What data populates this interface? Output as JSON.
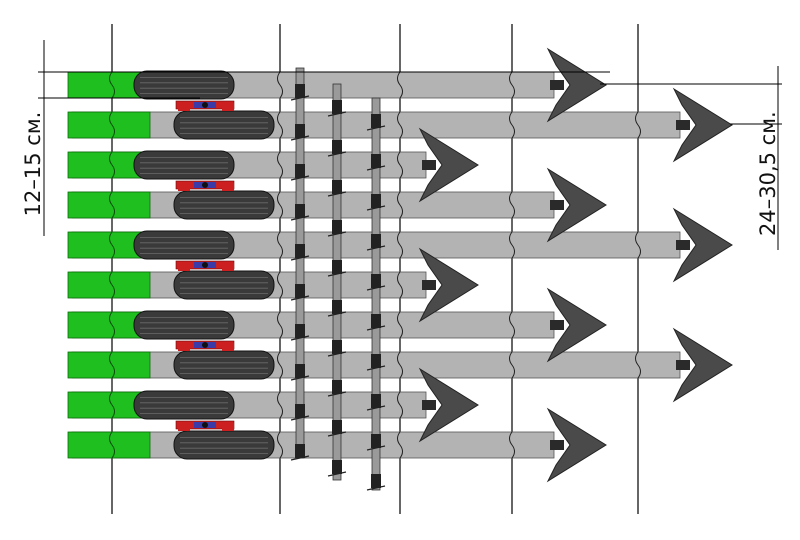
{
  "dimensions": {
    "row_spacing": "12–15 см.",
    "sweep_spacing": "24–30,5 см."
  },
  "colors": {
    "frame_green": "#1fbf1f",
    "beam_gray": "#b3b3b3",
    "tire_dark": "#3a3a3a",
    "bracket_red": "#cc1f1f",
    "hub_blue": "#3a3aa8",
    "sweep_dark": "#4a4a4a",
    "line": "#000000"
  },
  "icons": {
    "press_wheel": "press-wheel-icon",
    "sweep": "sweep-shovel-icon",
    "harrow_bar": "harrow-bar-icon"
  },
  "rows": [
    {
      "wheel_stage": "front",
      "sweep_rank": 2
    },
    {
      "wheel_stage": "rear",
      "sweep_rank": 3
    },
    {
      "wheel_stage": "front",
      "sweep_rank": 1
    },
    {
      "wheel_stage": "rear",
      "sweep_rank": 2
    },
    {
      "wheel_stage": "front",
      "sweep_rank": 3
    },
    {
      "wheel_stage": "rear",
      "sweep_rank": 1
    },
    {
      "wheel_stage": "front",
      "sweep_rank": 2
    },
    {
      "wheel_stage": "rear",
      "sweep_rank": 3
    },
    {
      "wheel_stage": "front",
      "sweep_rank": 1
    },
    {
      "wheel_stage": "rear",
      "sweep_rank": 2
    }
  ],
  "harrow_bars": 3
}
